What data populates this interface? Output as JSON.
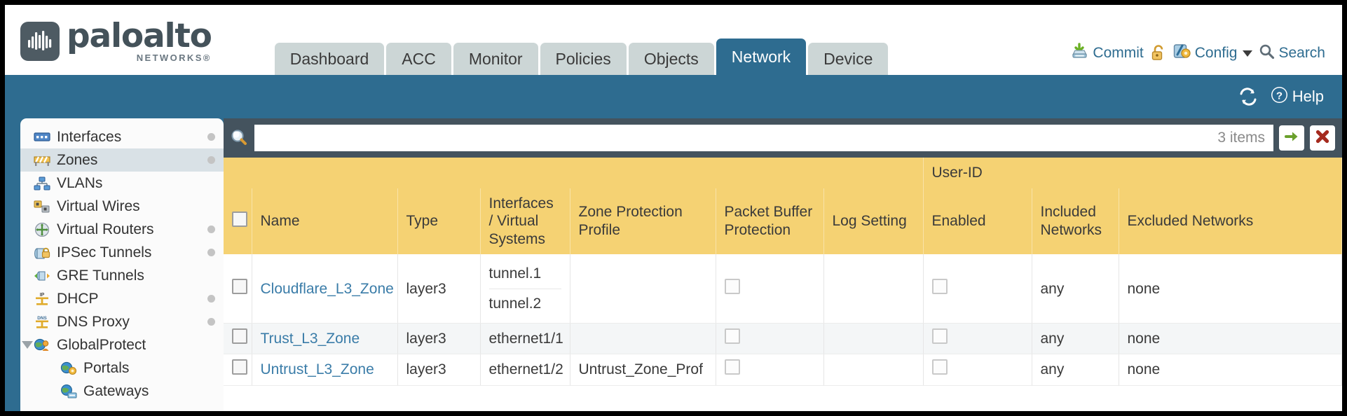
{
  "brand": {
    "name": "paloalto",
    "tagline": "NETWORKS",
    "registered": "®"
  },
  "header": {
    "tabs": [
      {
        "label": "Dashboard",
        "active": false
      },
      {
        "label": "ACC",
        "active": false
      },
      {
        "label": "Monitor",
        "active": false
      },
      {
        "label": "Policies",
        "active": false
      },
      {
        "label": "Objects",
        "active": false
      },
      {
        "label": "Network",
        "active": true
      },
      {
        "label": "Device",
        "active": false
      }
    ],
    "actions": {
      "commit_label": "Commit",
      "commit_icon": "commit-download-icon",
      "lock_icon": "unlocked-padlock-icon",
      "config_label": "Config",
      "config_icon": "config-wrench-icon",
      "config_caret": "chevron-down-icon",
      "search_label": "Search",
      "search_icon": "magnifier-icon"
    }
  },
  "subbar": {
    "refresh_icon": "refresh-icon",
    "help_label": "Help",
    "help_icon": "help-question-icon"
  },
  "sidebar": {
    "items": [
      {
        "label": "Interfaces",
        "icon": "interfaces-icon",
        "active": false,
        "dot": true,
        "child": false,
        "expander": false
      },
      {
        "label": "Zones",
        "icon": "zones-icon",
        "active": true,
        "dot": true,
        "child": false,
        "expander": false
      },
      {
        "label": "VLANs",
        "icon": "vlans-icon",
        "active": false,
        "dot": false,
        "child": false,
        "expander": false
      },
      {
        "label": "Virtual Wires",
        "icon": "virtual-wires-icon",
        "active": false,
        "dot": false,
        "child": false,
        "expander": false
      },
      {
        "label": "Virtual Routers",
        "icon": "virtual-routers-icon",
        "active": false,
        "dot": true,
        "child": false,
        "expander": false
      },
      {
        "label": "IPSec Tunnels",
        "icon": "ipsec-tunnels-icon",
        "active": false,
        "dot": true,
        "child": false,
        "expander": false
      },
      {
        "label": "GRE Tunnels",
        "icon": "gre-tunnels-icon",
        "active": false,
        "dot": false,
        "child": false,
        "expander": false
      },
      {
        "label": "DHCP",
        "icon": "dhcp-icon",
        "active": false,
        "dot": true,
        "child": false,
        "expander": false
      },
      {
        "label": "DNS Proxy",
        "icon": "dns-proxy-icon",
        "active": false,
        "dot": true,
        "child": false,
        "expander": false
      },
      {
        "label": "GlobalProtect",
        "icon": "globalprotect-icon",
        "active": false,
        "dot": false,
        "child": false,
        "expander": true
      },
      {
        "label": "Portals",
        "icon": "portals-icon",
        "active": false,
        "dot": false,
        "child": true,
        "expander": false
      },
      {
        "label": "Gateways",
        "icon": "gateways-icon",
        "active": false,
        "dot": false,
        "child": true,
        "expander": false
      }
    ]
  },
  "search": {
    "icon": "magnifier-icon",
    "value": "",
    "item_count": "3 items",
    "apply_icon": "green-arrow-icon",
    "clear_icon": "red-x-icon"
  },
  "table": {
    "group_header": {
      "label": "User-ID",
      "span": 3
    },
    "columns": [
      {
        "key": "name",
        "label": "Name"
      },
      {
        "key": "type",
        "label": "Type"
      },
      {
        "key": "interfaces",
        "label": "Interfaces / Virtual Systems"
      },
      {
        "key": "zone_protection",
        "label": "Zone Protection Profile"
      },
      {
        "key": "packet_buffer",
        "label": "Packet Buffer Protection"
      },
      {
        "key": "log_setting",
        "label": "Log Setting"
      },
      {
        "key": "enabled",
        "label": "Enabled"
      },
      {
        "key": "included",
        "label": "Included Networks"
      },
      {
        "key": "excluded",
        "label": "Excluded Networks"
      }
    ],
    "select_all_checked": false,
    "rows": [
      {
        "selected": false,
        "name": "Cloudflare_L3_Zone",
        "type": "layer3",
        "interfaces": [
          "tunnel.1",
          "tunnel.2"
        ],
        "zone_protection": "",
        "packet_buffer_checked": false,
        "log_setting": "",
        "enabled_checked": false,
        "included": "any",
        "excluded": "none"
      },
      {
        "selected": false,
        "name": "Trust_L3_Zone",
        "type": "layer3",
        "interfaces": [
          "ethernet1/1"
        ],
        "zone_protection": "",
        "packet_buffer_checked": false,
        "log_setting": "",
        "enabled_checked": false,
        "included": "any",
        "excluded": "none"
      },
      {
        "selected": false,
        "name": "Untrust_L3_Zone",
        "type": "layer3",
        "interfaces": [
          "ethernet1/2"
        ],
        "zone_protection": "Untrust_Zone_Prof",
        "packet_buffer_checked": false,
        "log_setting": "",
        "enabled_checked": false,
        "included": "any",
        "excluded": "none"
      }
    ]
  },
  "colors": {
    "brand_blue": "#2e6c90",
    "header_gold": "#f5d273",
    "group_gold": "#ddae3e",
    "search_bar": "#44535e",
    "link_blue": "#3a7ca8",
    "active_nav": "#d9e1e6"
  }
}
